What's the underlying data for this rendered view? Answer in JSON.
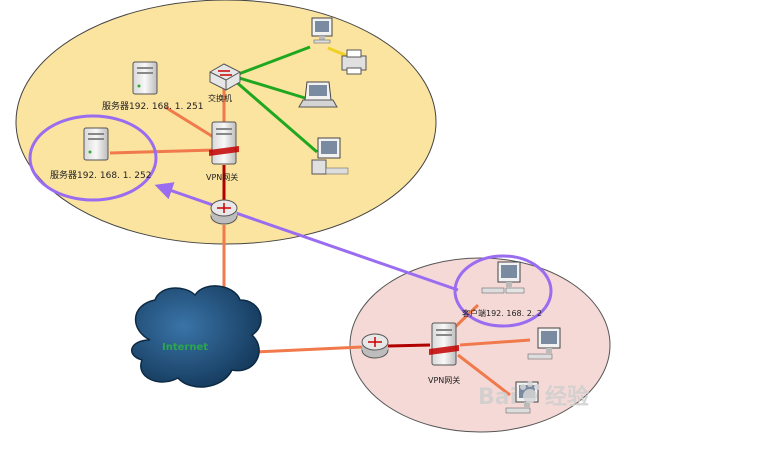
{
  "labels": {
    "server_top": "服务器192. 168. 1. 251",
    "server_left": "服务器192. 168. 1. 252",
    "switch": "交换机",
    "vpn_gateway_top": "VPN网关",
    "client": "客户端192. 168. 2. 2",
    "vpn_gateway_bottom": "VPN网关",
    "internet": "Internet"
  },
  "watermark": {
    "brand": "Bai",
    "suffix": "经验"
  },
  "colors": {
    "lan_top": "#fbe3a0",
    "lan_bottom": "#f5d9d6",
    "link_orange": "#f07a4c",
    "link_green": "#1fa81f",
    "link_dark_red": "#b00000",
    "highlight_purple": "#9a6cf0",
    "cloud": "#1f4e7a"
  }
}
